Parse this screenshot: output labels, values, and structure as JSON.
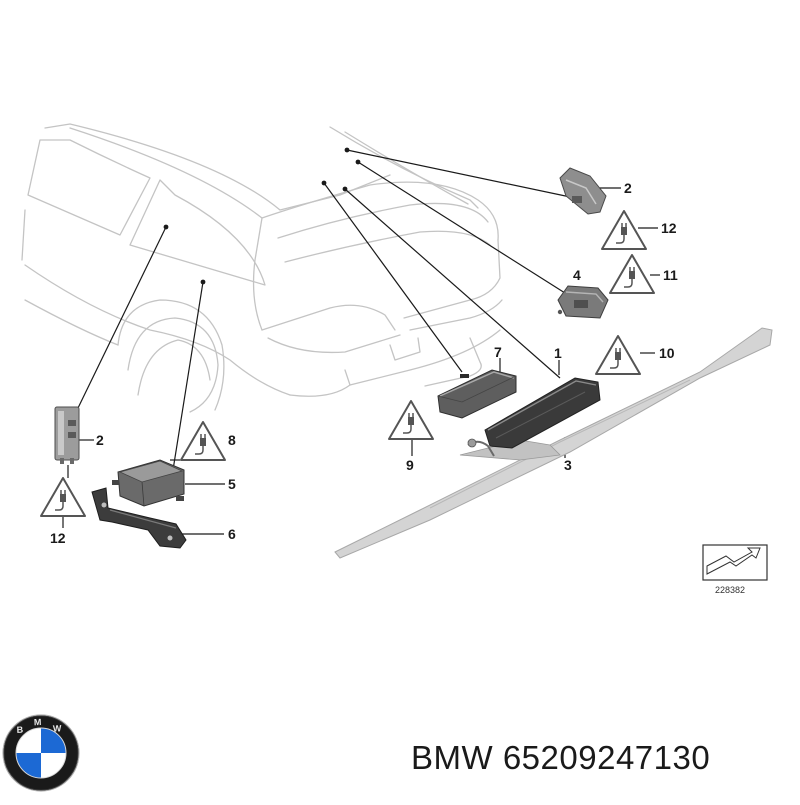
{
  "diagram": {
    "callouts": {
      "c1": "1",
      "c2a": "2",
      "c2b": "2",
      "c3": "3",
      "c4": "4",
      "c5": "5",
      "c6": "6",
      "c7": "7",
      "c8": "8",
      "c9": "9",
      "c10": "10",
      "c11": "11",
      "c12a": "12",
      "c12b": "12"
    },
    "reference_number": "228382"
  },
  "logo": {
    "brand_letters": "BMW",
    "colors": {
      "ring": "#1a1a1a",
      "blue": "#1c69d4",
      "white": "#ffffff"
    }
  },
  "caption": {
    "brand": "BMW",
    "part_number": "65209247130"
  }
}
